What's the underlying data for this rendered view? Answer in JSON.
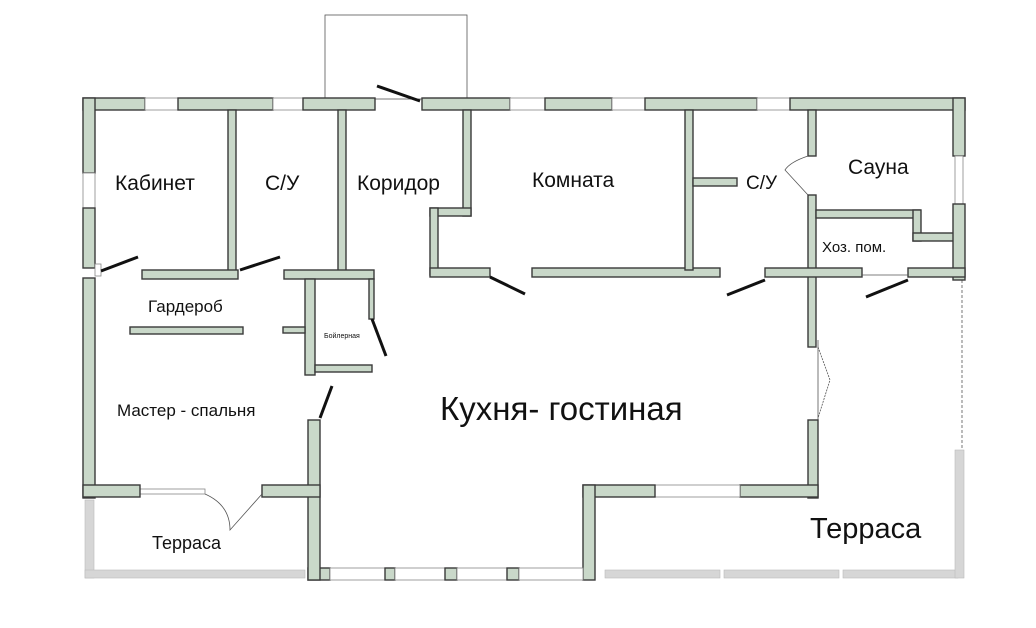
{
  "rooms": {
    "cabinet": "Кабинет",
    "bathroom_1": "С/У",
    "corridor": "Коридор",
    "room": "Комната",
    "bathroom_2": "С/У",
    "sauna": "Сауна",
    "utility": "Хоз. пом.",
    "wardrobe": "Гардероб",
    "boiler": "Бойлерная",
    "master_bedroom": "Мастер - спальня",
    "kitchen_living": "Кухня- гостиная",
    "terrace_small": "Терраса",
    "terrace_large": "Терраса"
  },
  "colors": {
    "wall_fill": "#c9d8c9",
    "wall_outline": "#3a3a3a"
  }
}
